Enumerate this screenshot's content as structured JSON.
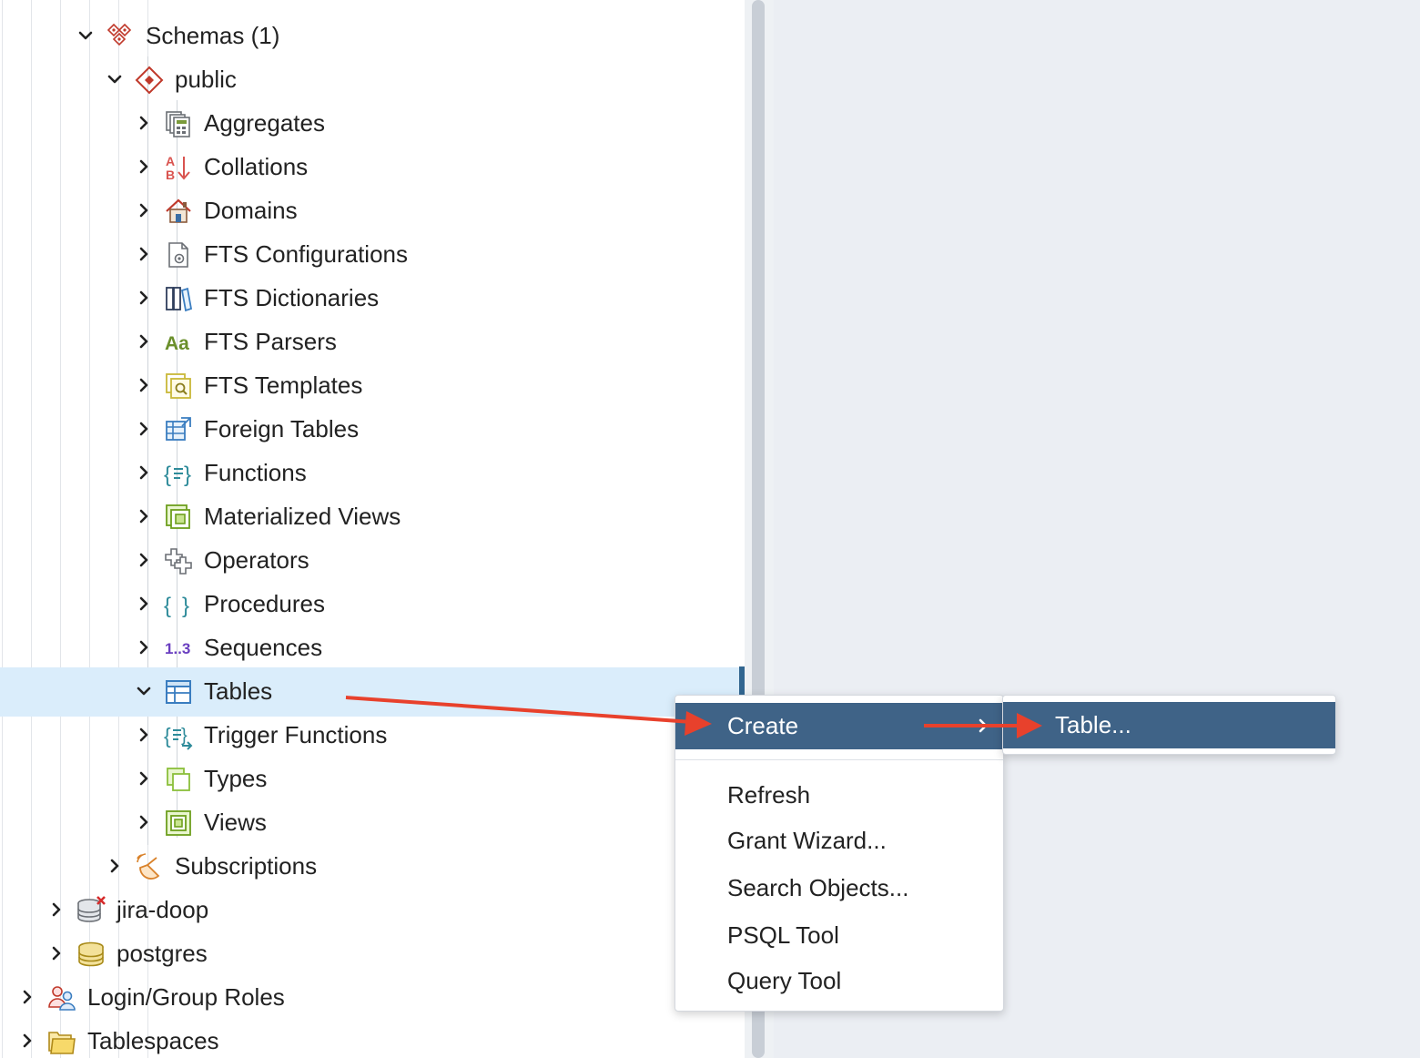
{
  "tree": {
    "items": [
      {
        "label": "Schemas (1)",
        "expanded": true,
        "icon": "schemas-icon"
      },
      {
        "label": "public",
        "expanded": true,
        "icon": "schema-icon"
      },
      {
        "label": "Aggregates",
        "expanded": false,
        "icon": "aggregates-icon"
      },
      {
        "label": "Collations",
        "expanded": false,
        "icon": "collations-icon"
      },
      {
        "label": "Domains",
        "expanded": false,
        "icon": "domains-icon"
      },
      {
        "label": "FTS Configurations",
        "expanded": false,
        "icon": "fts-configurations-icon"
      },
      {
        "label": "FTS Dictionaries",
        "expanded": false,
        "icon": "fts-dictionaries-icon"
      },
      {
        "label": "FTS Parsers",
        "expanded": false,
        "icon": "fts-parsers-icon"
      },
      {
        "label": "FTS Templates",
        "expanded": false,
        "icon": "fts-templates-icon"
      },
      {
        "label": "Foreign Tables",
        "expanded": false,
        "icon": "foreign-tables-icon"
      },
      {
        "label": "Functions",
        "expanded": false,
        "icon": "functions-icon"
      },
      {
        "label": "Materialized Views",
        "expanded": false,
        "icon": "materialized-views-icon"
      },
      {
        "label": "Operators",
        "expanded": false,
        "icon": "operators-icon"
      },
      {
        "label": "Procedures",
        "expanded": false,
        "icon": "procedures-icon"
      },
      {
        "label": "Sequences",
        "expanded": false,
        "icon": "sequences-icon"
      },
      {
        "label": "Tables",
        "expanded": true,
        "selected": true,
        "icon": "tables-icon"
      },
      {
        "label": "Trigger Functions",
        "expanded": false,
        "icon": "trigger-functions-icon"
      },
      {
        "label": "Types",
        "expanded": false,
        "icon": "types-icon"
      },
      {
        "label": "Views",
        "expanded": false,
        "icon": "views-icon"
      },
      {
        "label": "Subscriptions",
        "expanded": false,
        "icon": "subscriptions-icon"
      },
      {
        "label": "jira-doop",
        "expanded": false,
        "icon": "database-disconnected-icon"
      },
      {
        "label": "postgres",
        "expanded": false,
        "icon": "database-icon"
      },
      {
        "label": "Login/Group Roles",
        "expanded": false,
        "icon": "roles-icon"
      },
      {
        "label": "Tablespaces",
        "expanded": false,
        "icon": "tablespaces-icon"
      }
    ]
  },
  "context_menu": {
    "create": "Create",
    "items": [
      "Refresh",
      "Grant Wizard...",
      "Search Objects...",
      "PSQL Tool",
      "Query Tool"
    ]
  },
  "submenu": {
    "table": "Table..."
  },
  "colors": {
    "menu_active_bg": "#3f6387",
    "selected_row_bg": "#daedfb",
    "annotation_arrow": "#e8412c",
    "right_panel_bg": "#ebeef3"
  }
}
